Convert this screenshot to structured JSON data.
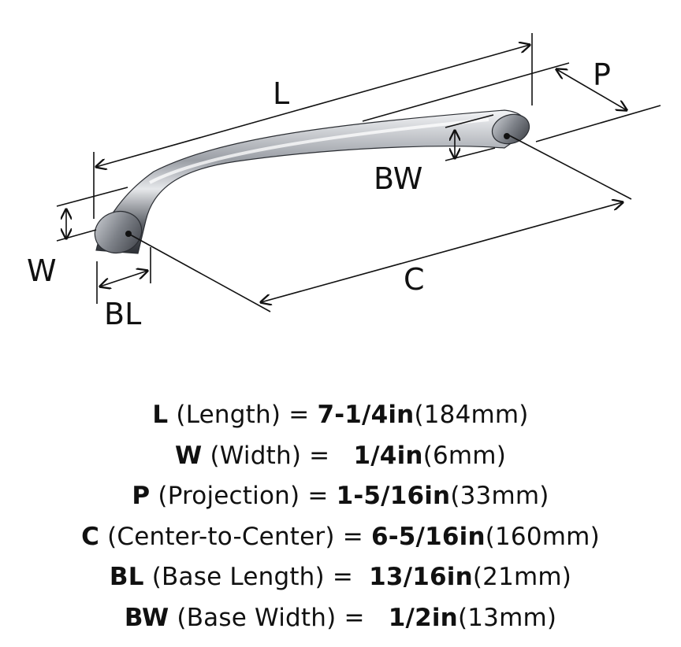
{
  "labels": {
    "length": "L",
    "projection": "P",
    "base_width": "BW",
    "width": "W",
    "center_to_center": "C",
    "base_length": "BL"
  },
  "colors": {
    "line": "#111111",
    "chrome_dark": "#3a3d42",
    "chrome_mid": "#8a8e95",
    "chrome_light": "#eef0f3"
  },
  "specs": [
    {
      "code": "L",
      "name": " (Length) = ",
      "value": "7-1/4in",
      "metric": "(184mm)"
    },
    {
      "code": "W",
      "name": " (Width) =   ",
      "value": "1/4in",
      "metric": "(6mm)"
    },
    {
      "code": "P",
      "name": " (Projection) = ",
      "value": "1-5/16in",
      "metric": "(33mm)"
    },
    {
      "code": "C",
      "name": " (Center-to-Center) = ",
      "value": "6-5/16in",
      "metric": "(160mm)"
    },
    {
      "code": "BL",
      "name": " (Base Length) =  ",
      "value": "13/16in",
      "metric": "(21mm)"
    },
    {
      "code": "BW",
      "name": " (Base Width) =   ",
      "value": "1/2in",
      "metric": "(13mm)"
    }
  ]
}
